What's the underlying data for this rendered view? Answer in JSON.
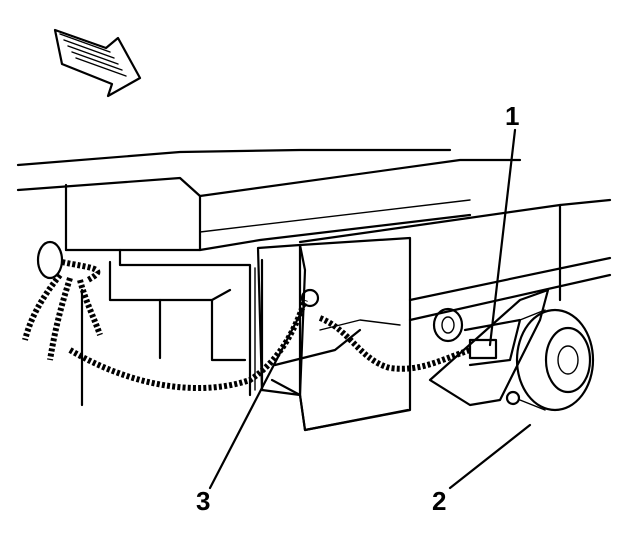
{
  "diagram": {
    "callouts": [
      {
        "id": "1",
        "label": "1"
      },
      {
        "id": "2",
        "label": "2"
      },
      {
        "id": "3",
        "label": "3"
      }
    ],
    "icons": {
      "direction_arrow": "front-direction-arrow-icon"
    },
    "colors": {
      "line": "#000000",
      "background": "#ffffff"
    }
  }
}
